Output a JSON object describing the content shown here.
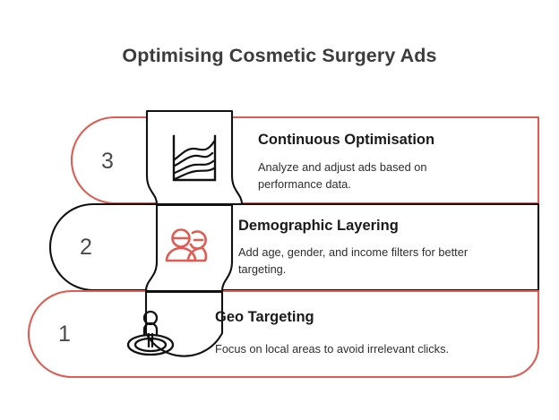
{
  "title": "Optimising Cosmetic Surgery Ads",
  "colors": {
    "red": "#E05B52",
    "black": "#111111",
    "number_gray": "#4a4a4a",
    "title_dark": "#3c3c3c",
    "background": "#ffffff"
  },
  "steps": [
    {
      "number": "3",
      "title": "Continuous Optimisation",
      "description": "Analyze and adjust ads based on performance data.",
      "icon": "line-chart-icon",
      "outline_color": "#E05B52",
      "icon_color": "#111111"
    },
    {
      "number": "2",
      "title": "Demographic Layering",
      "description": "Add age, gender, and income filters for better targeting.",
      "icon": "people-group-icon",
      "outline_color": "#111111",
      "icon_color": "#E05B52"
    },
    {
      "number": "1",
      "title": "Geo Targeting",
      "description": "Focus on local areas to avoid irrelevant clicks.",
      "icon": "person-location-radius-icon",
      "outline_color": "#E05B52",
      "icon_color": "#111111"
    }
  ]
}
